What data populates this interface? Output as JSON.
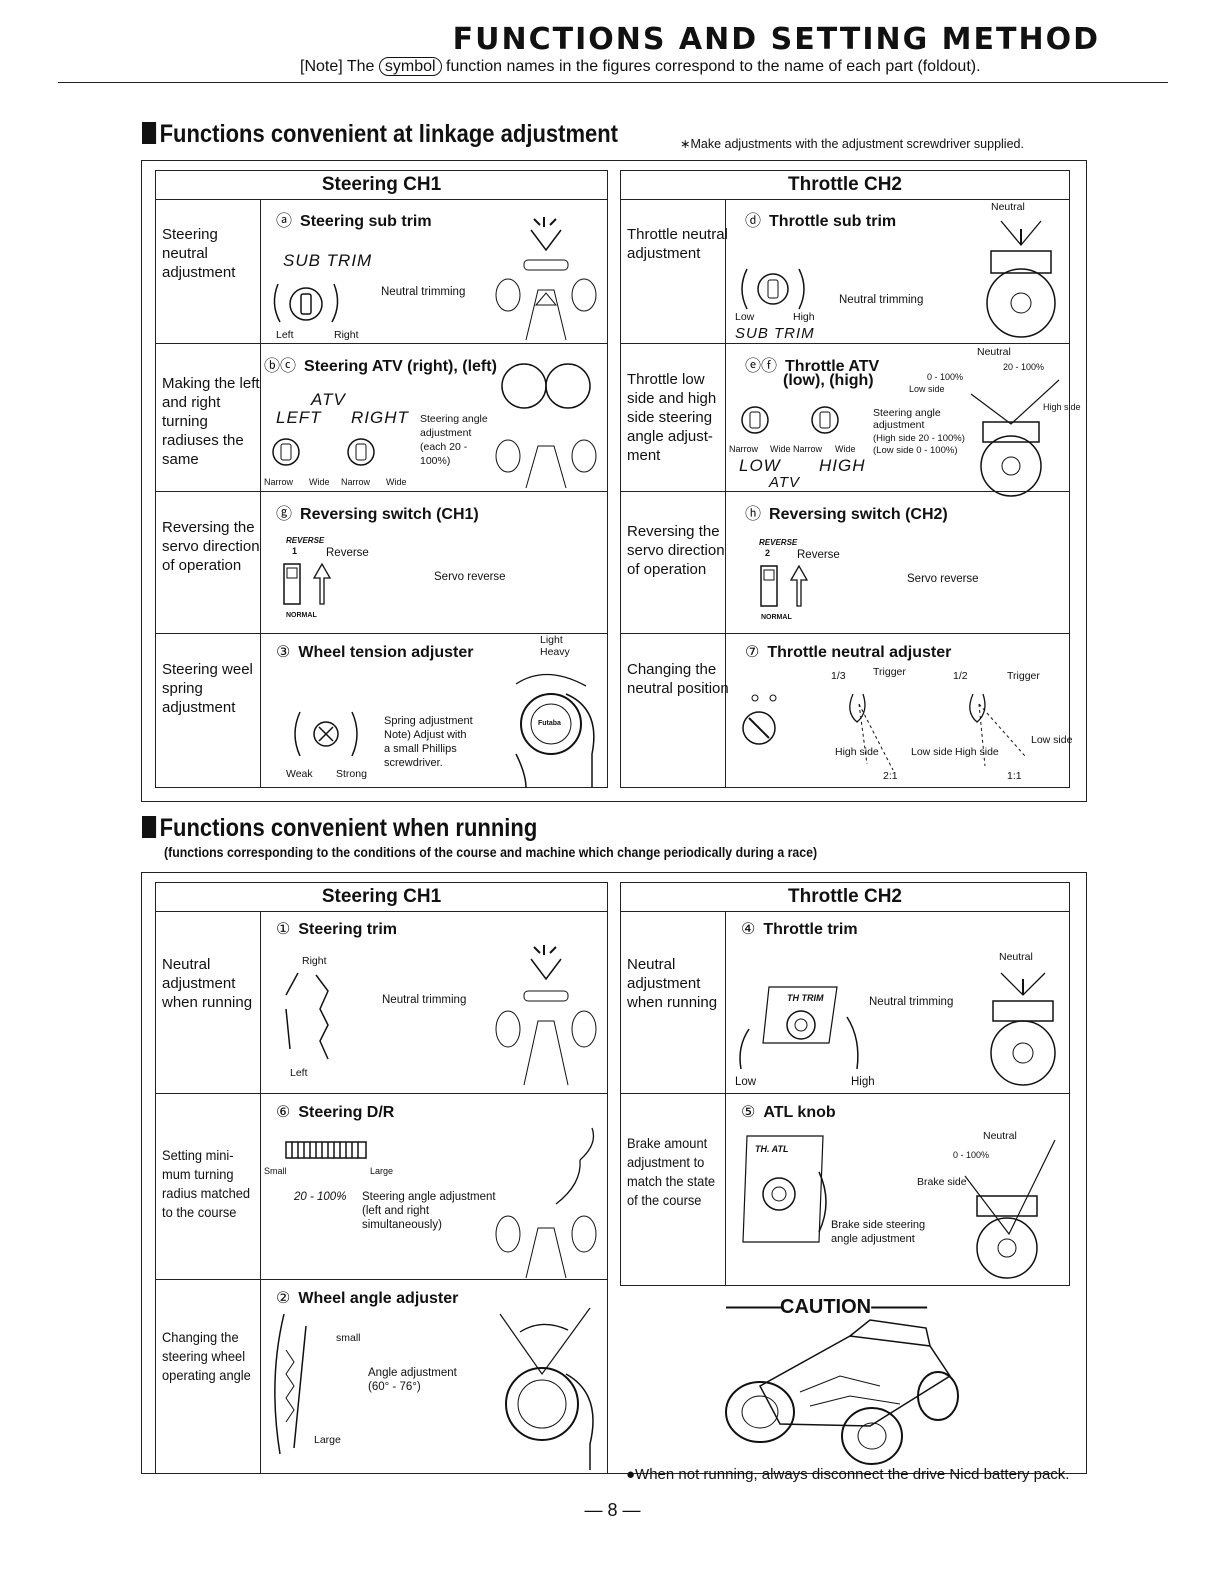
{
  "header": {
    "title": "FUNCTIONS AND SETTING METHOD",
    "note_prefix": "[Note] The",
    "note_symbol": "symbol",
    "note_suffix": "function names in the figures correspond to the name of each part (foldout)."
  },
  "section1": {
    "title": "Functions convenient at linkage adjustment",
    "note": "∗Make adjustments with the adjustment screwdriver supplied."
  },
  "section2": {
    "title": "Functions convenient when running",
    "subtitle": "(functions corresponding to the conditions of the course and machine which change periodically during a race)"
  },
  "steering_head": "Steering CH1",
  "throttle_head": "Throttle CH2",
  "s1_steer": [
    {
      "label": "Steering neutral adjustment",
      "num": "ⓐ",
      "name": "Steering sub trim"
    },
    {
      "label": "Making the left and right turning radiuses the same",
      "num": "ⓑⓒ",
      "name": "Steering ATV (right), (left)"
    },
    {
      "label": "Reversing the servo direction of operation",
      "num": "ⓖ",
      "name": "Reversing switch (CH1)"
    },
    {
      "label": "Steering weel spring adjustment",
      "num": "③",
      "name": "Wheel tension adjuster"
    }
  ],
  "s1_thr": [
    {
      "label": "Throttle neutral adjustment",
      "num": "ⓓ",
      "name": "Throttle sub trim"
    },
    {
      "label": "Throttle low side and high side steering angle adjust- ment",
      "num": "ⓔⓕ",
      "name": "Throttle ATV",
      "name2": "(low), (high)"
    },
    {
      "label": "Reversing the servo direction of operation",
      "num": "ⓗ",
      "name": "Reversing switch (CH2)"
    },
    {
      "label": "Changing the neutral position",
      "num": "⑦",
      "name": "Throttle neutral adjuster"
    }
  ],
  "s2_steer": [
    {
      "label": "Neutral adjustment when running",
      "num": "①",
      "name": "Steering trim"
    },
    {
      "label": "Setting mini- mum turning radius matched to the course",
      "num": "⑥",
      "name": "Steering D/R"
    },
    {
      "label": "Changing the steering wheel operating angle",
      "num": "②",
      "name": "Wheel angle adjuster"
    }
  ],
  "s2_thr": [
    {
      "label": "Neutral adjustment when running",
      "num": "④",
      "name": "Throttle trim"
    },
    {
      "label": "Brake amount adjustment to match the state of the course",
      "num": "⑤",
      "name": "ATL knob"
    }
  ],
  "fig": {
    "subtrim": "SUB TRIM",
    "neutral_trimming": "Neutral trimming",
    "left": "Left",
    "right": "Right",
    "low": "Low",
    "high": "High",
    "atv": "ATV",
    "left_caps": "LEFT",
    "right_caps": "RIGHT",
    "low_caps": "LOW",
    "high_caps": "HIGH",
    "narrow": "Narrow",
    "wide": "Wide",
    "steer_angle_adj_1": "Steering angle",
    "steer_angle_adj_2": "adjustment",
    "steer_angle_adj_3": "(each 20 -",
    "steer_angle_adj_4": "100%)",
    "high_side_range": "(High side 20 - 100%)",
    "low_side_range": "(Low side 0 - 100%)",
    "neutral": "Neutral",
    "low_side": "Low side",
    "high_side": "High side",
    "pct_0_100": "0 - 100%",
    "pct_20_100": "20 - 100%",
    "reverse_word": "REVERSE",
    "reverse": "Reverse",
    "normal": "NORMAL",
    "servo_reverse": "Servo reverse",
    "ch1": "1",
    "ch2": "2",
    "light": "Light",
    "heavy": "Heavy",
    "spring_1": "Spring adjustment",
    "spring_2": "Note) Adjust with",
    "spring_3": "a small Phillips",
    "spring_4": "screwdriver.",
    "weak": "Weak",
    "strong": "Strong",
    "futaba": "Futaba",
    "ratio_13": "1/3",
    "ratio_12": "1/2",
    "trigger": "Trigger",
    "high_side_l": "High side",
    "low_side_l": "Low side",
    "ratio_21": "2:1",
    "ratio_11": "1:1",
    "th_trim": "TH TRIM",
    "small_word": "Small",
    "large_word": "Large",
    "dr_range": "20 - 100%",
    "dr_adj_1": "Steering angle adjustment",
    "dr_adj_2": "(left and right",
    "dr_adj_3": "simultaneously)",
    "th_atl": "TH. ATL",
    "brake_side": "Brake side",
    "brake_adj_1": "Brake side steering",
    "brake_adj_2": "angle adjustment",
    "small": "small",
    "large": "Large",
    "angle_adj_1": "Angle adjustment",
    "angle_adj_2": "(60° - 76°)"
  },
  "caution": {
    "title": "CAUTION",
    "text": "●When not running, always disconnect the drive Nicd battery pack."
  },
  "footer": {
    "page": "— 8 —"
  },
  "colors": {
    "ink": "#111111",
    "paper": "#ffffff"
  }
}
